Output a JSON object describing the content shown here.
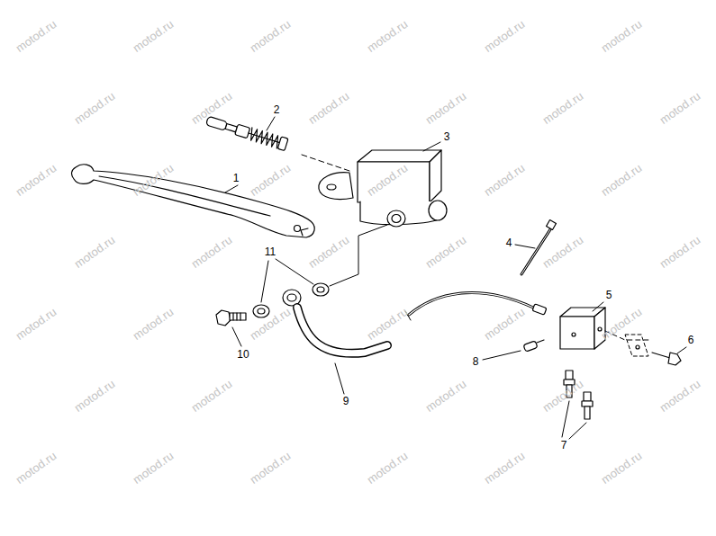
{
  "diagram": {
    "labels": [
      "1",
      "2",
      "3",
      "4",
      "5",
      "6",
      "7",
      "8",
      "9",
      "10",
      "11",
      "motod.ru",
      "motod.ru",
      "motod.ru",
      "motod.ru",
      "motod.ru",
      "motod.ru",
      "motod.ru",
      "motod.ru",
      "motod.ru",
      "motod.ru",
      "motod.ru",
      "motod.ru",
      "motod.ru",
      "motod.ru",
      "motod.ru",
      "motod.ru",
      "motod.ru",
      "motod.ru",
      "motod.ru",
      "motod.ru",
      "motod.ru",
      "motod.ru",
      "motod.ru",
      "motod.ru",
      "motod.ru",
      "motod.ru",
      "motod.ru",
      "motod.ru",
      "motod.ru",
      "motod.ru",
      "motod.ru",
      "motod.ru",
      "motod.ru",
      "motod.ru",
      "motod.ru",
      "motod.ru",
      "motod.ru",
      "motod.ru",
      "motod.ru",
      "motod.ru",
      "motod.ru"
    ]
  }
}
